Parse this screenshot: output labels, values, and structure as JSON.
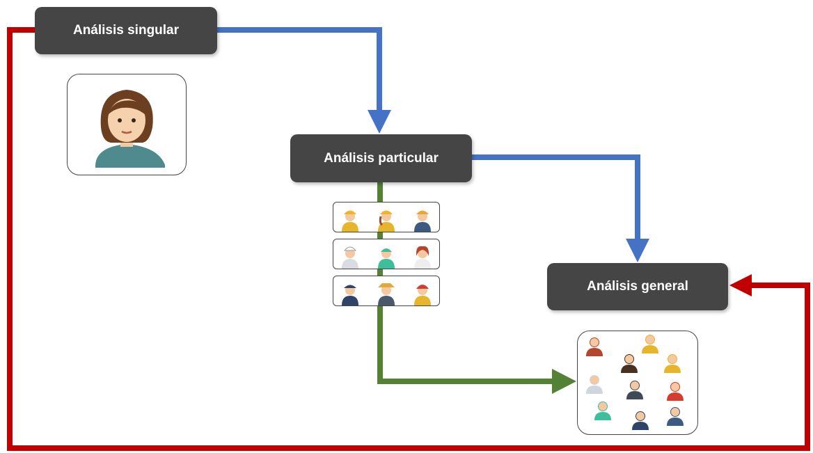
{
  "nodes": {
    "singular": "Análisis singular",
    "particular": "Análisis particular",
    "general": "Análisis general"
  },
  "colors": {
    "node_fill": "#454545",
    "node_text": "#ffffff",
    "blue_arrow": "#4472c4",
    "green_arrow": "#548235",
    "red_arrow": "#c00000"
  },
  "icons": {
    "single_person": "woman-avatar-icon",
    "group_rows": [
      [
        "worker-helmet-icon",
        "worker-woman-icon",
        "businessman-icon"
      ],
      [
        "chef-icon",
        "surgeon-icon",
        "woman-doctor-icon"
      ],
      [
        "police-officer-icon",
        "farmer-icon",
        "firefighter-icon"
      ]
    ],
    "crowd": "mixed-people-group-icon"
  }
}
